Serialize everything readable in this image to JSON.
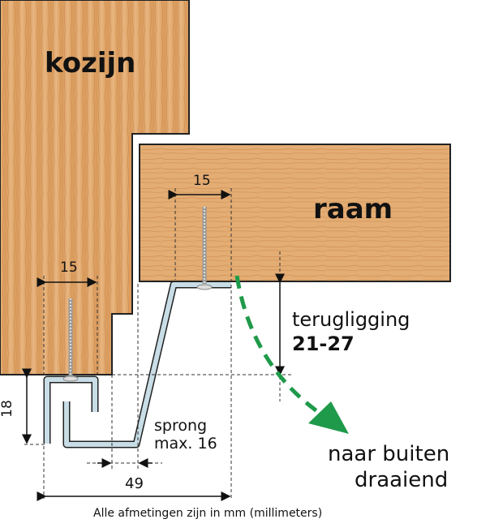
{
  "labels": {
    "frame": "kozijn",
    "sash": "raam",
    "dim_frame_screw": "15",
    "dim_sash_screw": "15",
    "dim_height": "18",
    "dim_width": "49",
    "offset_label": "sprong",
    "offset_value": "max. 16",
    "recess_label": "terugligging",
    "recess_value": "21-27",
    "direction_line1": "naar buiten",
    "direction_line2": "draaiend",
    "footnote": "Alle afmetingen zijn in mm (millimeters)"
  },
  "colors": {
    "wood": "#e0a468",
    "wood_dark": "#c9803f",
    "profile": "#c8dde6",
    "arrow": "#1f9a4a"
  }
}
